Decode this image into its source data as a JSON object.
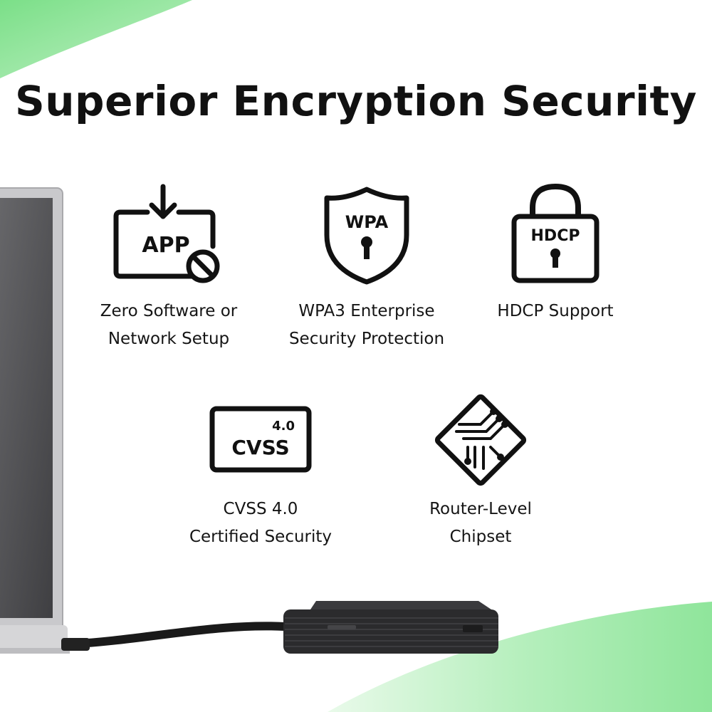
{
  "title": "Superior Encryption Security",
  "features": [
    {
      "icon": "app-blocked-icon",
      "icon_text": "APP",
      "line1": "Zero Software or",
      "line2": "Network Setup"
    },
    {
      "icon": "shield-lock-icon",
      "icon_text": "WPA",
      "line1": "WPA3 Enterprise",
      "line2": "Security Protection"
    },
    {
      "icon": "padlock-icon",
      "icon_text": "HDCP",
      "line1": "HDCP Support",
      "line2": ""
    },
    {
      "icon": "cvss-badge-icon",
      "icon_text_top": "4.0",
      "icon_text": "CVSS",
      "line1": "CVSS 4.0",
      "line2": "Certified Security"
    },
    {
      "icon": "chipset-icon",
      "line1": "Router-Level",
      "line2": "Chipset"
    }
  ],
  "colors": {
    "accent_green": "#8ee39a",
    "text": "#111111",
    "device": "#2a2a2c"
  }
}
